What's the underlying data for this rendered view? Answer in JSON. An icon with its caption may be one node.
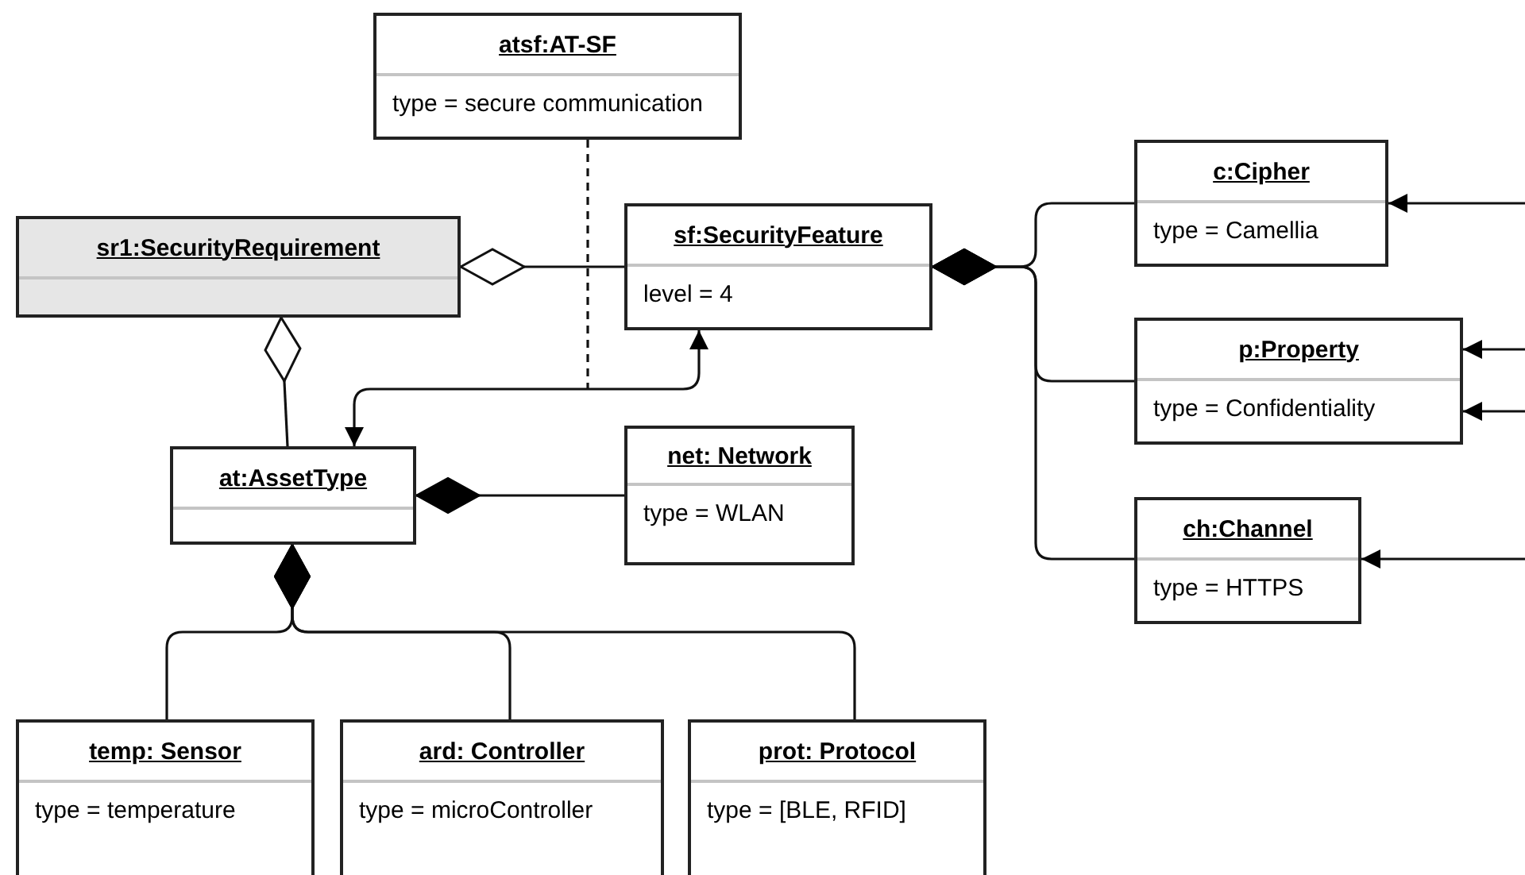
{
  "diagram": {
    "nodes": [
      {
        "text": [
          "atsf:AT-SF",
          "type = secure communication"
        ]
      },
      {
        "text": [
          "sr1:SecurityRequirement"
        ]
      },
      {
        "text": [
          "sf:SecurityFeature",
          "level = 4"
        ]
      },
      {
        "text": [
          "c:Cipher",
          "type = Camellia"
        ]
      },
      {
        "text": [
          "p:Property",
          "type = Confidentiality"
        ]
      },
      {
        "text": [
          "ch:Channel",
          "type = HTTPS"
        ]
      },
      {
        "text": [
          "at:AssetType"
        ]
      },
      {
        "text": [
          "net: Network",
          "type = WLAN"
        ]
      },
      {
        "text": [
          "temp: Sensor",
          "type = temperature"
        ]
      },
      {
        "text": [
          "ard: Controller",
          "type = microController"
        ]
      },
      {
        "text": [
          "prot: Protocol",
          "type = [BLE, RFID]"
        ]
      }
    ],
    "edges": [
      {
        "from": 1,
        "to": 2,
        "arrow": "other"
      },
      {
        "from": 1,
        "to": 6,
        "arrow": "other"
      },
      {
        "from": 6,
        "to": 2,
        "arrow": "both"
      },
      {
        "from": 0,
        "to": null,
        "arrow": "none",
        "style": "dashed"
      },
      {
        "from": 2,
        "to": 3,
        "arrow": "other"
      },
      {
        "from": 2,
        "to": 4,
        "arrow": "other"
      },
      {
        "from": 2,
        "to": 5,
        "arrow": "other"
      },
      {
        "from": 6,
        "to": 7,
        "arrow": "other"
      },
      {
        "from": 6,
        "to": 8,
        "arrow": "other"
      },
      {
        "from": 6,
        "to": 9,
        "arrow": "other"
      },
      {
        "from": 6,
        "to": 10,
        "arrow": "other"
      },
      {
        "from": null,
        "to": 3,
        "arrow": "to"
      },
      {
        "from": null,
        "to": 4,
        "arrow": "to"
      },
      {
        "from": null,
        "to": 4,
        "arrow": "to"
      },
      {
        "from": null,
        "to": 5,
        "arrow": "to"
      }
    ]
  }
}
